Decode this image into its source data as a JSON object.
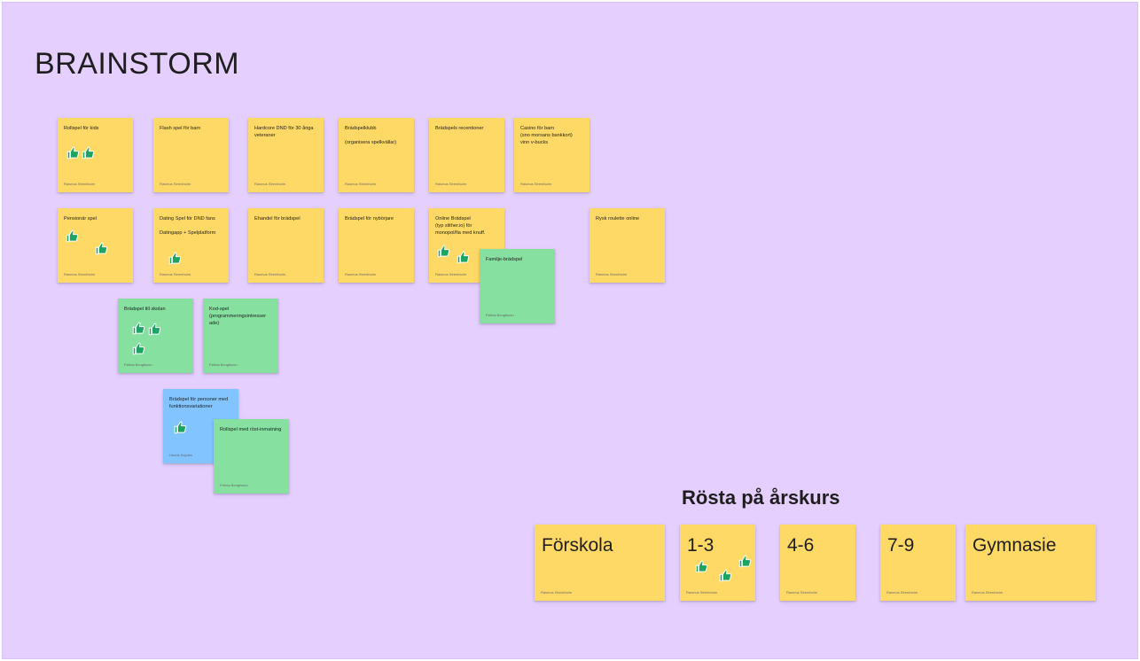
{
  "board": {
    "title": "BRAINSTORM",
    "vote_heading": "Rösta på årskurs"
  },
  "colors": {
    "board_background": "#e4cfff",
    "sticky_yellow": "#ffd966",
    "sticky_green": "#86e0a0",
    "sticky_blue": "#82c4ff",
    "vote_green": "#1da463"
  },
  "notes": [
    {
      "text": "Rollspel för kids",
      "author": "Rasmus Strentholm",
      "votes": 2
    },
    {
      "text": "Flash spel för barn",
      "author": "Rasmus Strentholm",
      "votes": 0
    },
    {
      "text": "Hardcore DND för 30 åriga veteraner",
      "author": "Rasmus Strentholm",
      "votes": 0
    },
    {
      "text": "Brädspelklubb\n\n(organisera spelkvällar)",
      "author": "Rasmus Strentholm",
      "votes": 0
    },
    {
      "text": "Brädspels recentioner",
      "author": "Rasmus Strentholm",
      "votes": 0
    },
    {
      "text": "Casino för barn\n(sno morsans bankkort)\nvinn v-bucks",
      "author": "Rasmus Strentholm",
      "votes": 0
    },
    {
      "text": "Pensionär spel",
      "author": "Rasmus Strentholm",
      "votes": 2
    },
    {
      "text": "Dating Spel för DND fans\n\nDatingapp + Spelplatform",
      "author": "Rasmus Strentholm",
      "votes": 1
    },
    {
      "text": "Ehandel för brädspel",
      "author": "Rasmus Strentholm",
      "votes": 0
    },
    {
      "text": "Brädspel för nybörjare",
      "author": "Rasmus Strentholm",
      "votes": 0
    },
    {
      "text": "Online Brädspel\n(typ slither.io) för monopol/fia med knuff.",
      "author": "Rasmus Strentholm",
      "votes": 2
    },
    {
      "text": "Familje-brädspel",
      "author": "Felicia Bengtsson",
      "votes": 0
    },
    {
      "text": "Rysk roulette online",
      "author": "Rasmus Strentholm",
      "votes": 0
    },
    {
      "text": "Brädspel till skolan",
      "author": "Felicia Bengtsson",
      "votes": 3
    },
    {
      "text": "Kod-spel\n(programmeringsintresser ade)",
      "author": "Felicia Bengtsson",
      "votes": 0
    },
    {
      "text": "Brädspel för personer med funktionsvariationer",
      "author": "Henrik Sayden",
      "votes": 1
    },
    {
      "text": "Rollspel med röst-inmatning",
      "author": "Felicia Bengtsson",
      "votes": 0
    }
  ],
  "grade_notes": [
    {
      "text": "Förskola",
      "author": "Rasmus Strentholm",
      "votes": 0
    },
    {
      "text": "1-3",
      "author": "Rasmus Strentholm",
      "votes": 3
    },
    {
      "text": "4-6",
      "author": "Rasmus Strentholm",
      "votes": 0
    },
    {
      "text": "7-9",
      "author": "Rasmus Strentholm",
      "votes": 0
    },
    {
      "text": "Gymnasie",
      "author": "Rasmus Strentholm",
      "votes": 0
    }
  ],
  "icons": {
    "vote": "thumbs-up-icon"
  }
}
